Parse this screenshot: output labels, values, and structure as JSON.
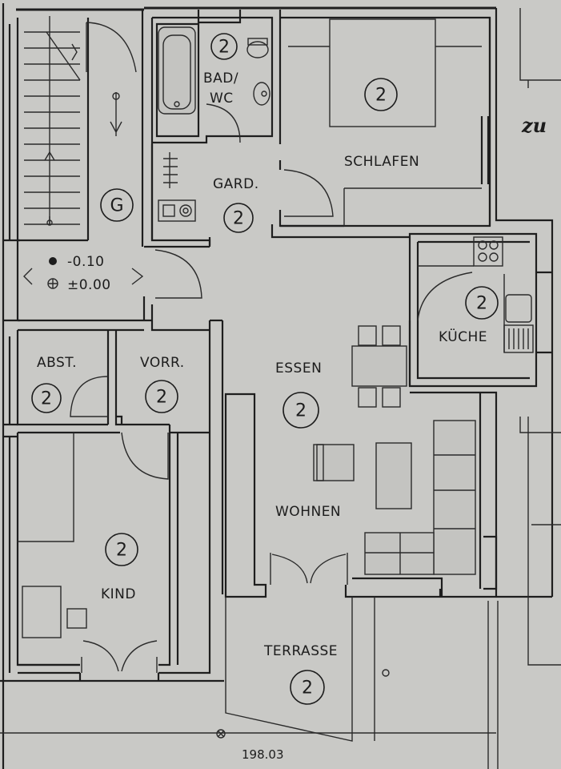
{
  "rooms": {
    "bad_wc": {
      "label": "BAD/\nWC",
      "line1": "BAD/",
      "line2": "WC",
      "number": "2"
    },
    "schlafen": {
      "label": "SCHLAFEN",
      "number": "2"
    },
    "gard": {
      "label": "GARD.",
      "number": "2"
    },
    "stair": {
      "number": "G"
    },
    "abst": {
      "label": "ABST.",
      "number": "2"
    },
    "vorr": {
      "label": "VORR.",
      "number": "2"
    },
    "essen": {
      "label": "ESSEN",
      "number": "2"
    },
    "kueche": {
      "label": "KÜCHE",
      "number": "2"
    },
    "wohnen": {
      "label": "WOHNEN"
    },
    "kind": {
      "label": "KIND",
      "number": "2"
    },
    "terrasse": {
      "label": "TERRASSE",
      "number": "2"
    }
  },
  "levels": {
    "level_1": "-0.10",
    "level_2": "±0.00"
  },
  "annotations": {
    "handwritten": "zu",
    "elevation": "198.03"
  }
}
